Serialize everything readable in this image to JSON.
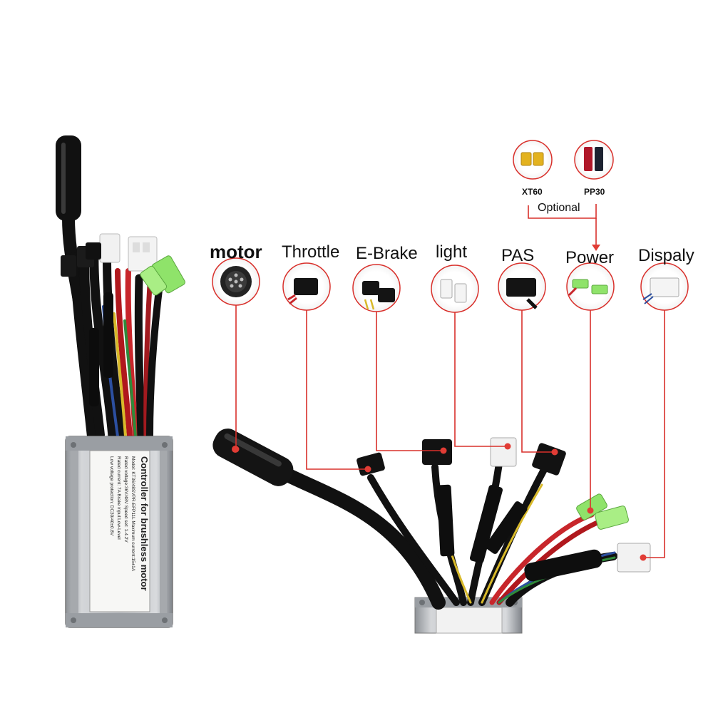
{
  "labels": {
    "motor": "motor",
    "throttle": "Throttle",
    "ebrake": "E-Brake",
    "light": "light",
    "pas": "PAS",
    "power": "Power",
    "display": "Dispaly",
    "xt60": "XT60",
    "pp30": "PP30",
    "optional": "Optional"
  },
  "controller_label": {
    "title": "Controller for brushless motor",
    "line1": "Model: KT36/48SVPR-EFP11L  Maximum current:15±1A",
    "line2": "Rated voltage:36V/48V   Speed set: 1-4.2V",
    "line3": "Rated current:     7A    Brake input:Low-Level",
    "line4": "Low voltage protection:   DC30/40±0.8V"
  },
  "colors": {
    "accent_line": "#d9302b",
    "housing": "#b9bcc0",
    "cable": "#151515",
    "connector_green": "#7ed957",
    "connector_white": "#f2f2f2"
  }
}
